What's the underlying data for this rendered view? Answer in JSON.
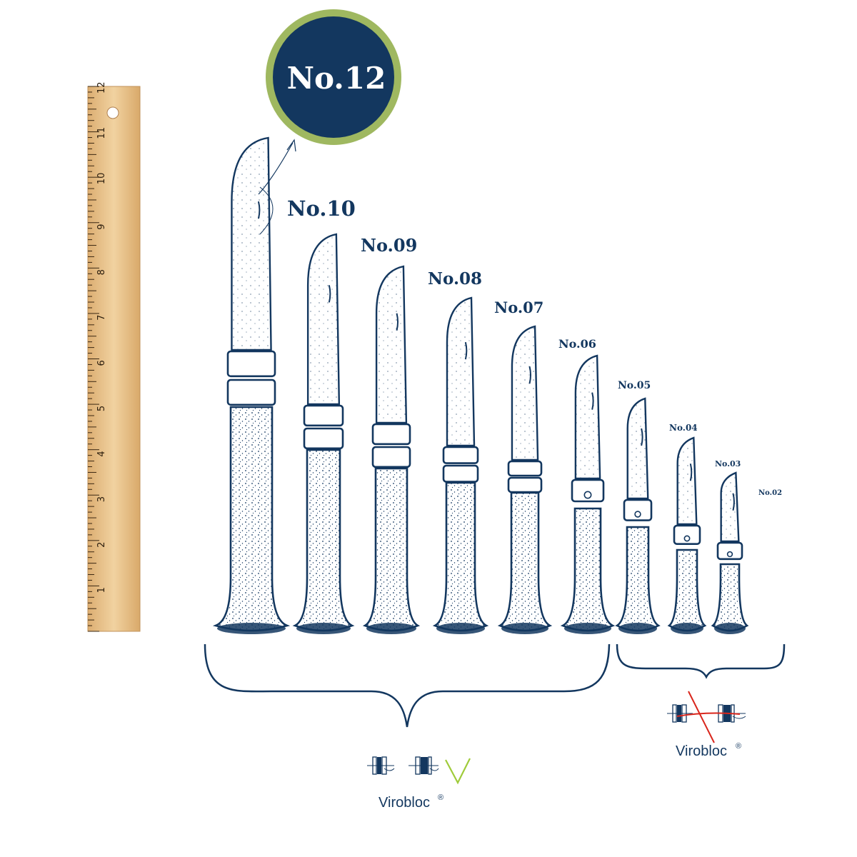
{
  "badge": {
    "label": "No.12",
    "fill": "#13375f",
    "ring": "#9fb860"
  },
  "ruler": {
    "numbers": [
      "1",
      "2",
      "3",
      "4",
      "5",
      "6",
      "7",
      "8",
      "9",
      "10",
      "11",
      "12"
    ],
    "color": "#e8c48e"
  },
  "knives": [
    {
      "label": "No.10"
    },
    {
      "label": "No.09"
    },
    {
      "label": "No.08"
    },
    {
      "label": "No.07"
    },
    {
      "label": "No.06"
    },
    {
      "label": "No.05"
    },
    {
      "label": "No.04"
    },
    {
      "label": "No.03"
    },
    {
      "label": "No.02"
    }
  ],
  "groups": {
    "left": {
      "caption": "Virobloc",
      "mark": "®"
    },
    "right": {
      "caption": "Virobloc",
      "mark": "®"
    }
  },
  "colors": {
    "ink": "#13375f",
    "check": "#9fcb3a",
    "cross": "#d9261c"
  }
}
